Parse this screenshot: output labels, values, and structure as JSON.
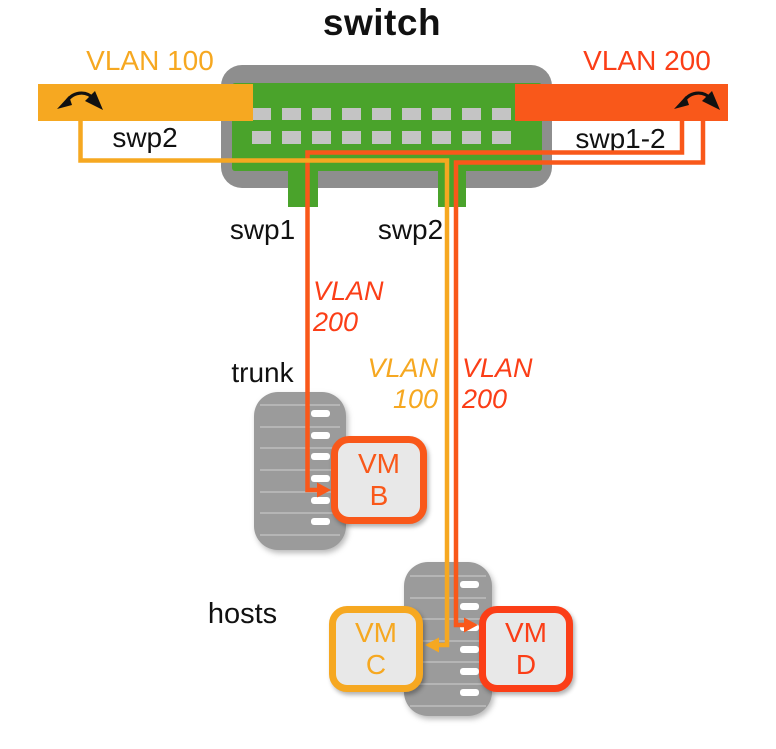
{
  "title": "switch",
  "colors": {
    "yellow": "#F6A821",
    "orange": "#F9581A",
    "orange_red": "#FB3E17",
    "green": "#4AA32B",
    "switch_gray": "#8E8E8E",
    "port_gray": "#C4C4C4",
    "server_gray": "#9B9B9B",
    "server_stripe": "#B5B5B5",
    "vm_fill": "#E8E8E8",
    "ink": "#111111"
  },
  "vlan_bars": {
    "left": {
      "vlan_label": "VLAN 100",
      "ports_label": "swp2"
    },
    "right": {
      "vlan_label": "VLAN 200",
      "ports_label": "swp1-2"
    }
  },
  "switch": {
    "rows": 2,
    "ports_per_row": 9,
    "downlink_ports": {
      "swp1": "swp1",
      "swp2": "swp2"
    }
  },
  "wire_labels": {
    "swp1_vlan200": {
      "lines": [
        "VLAN",
        "200"
      ]
    },
    "swp2_vlan100": {
      "lines": [
        "VLAN",
        "100"
      ]
    },
    "swp2_vlan200": {
      "lines": [
        "VLAN",
        "200"
      ]
    }
  },
  "servers": {
    "trunk_label": "trunk",
    "hosts_label": "hosts"
  },
  "vms": {
    "b": {
      "lines": [
        "VM",
        "B"
      ]
    },
    "c": {
      "lines": [
        "VM",
        "C"
      ]
    },
    "d": {
      "lines": [
        "VM",
        "D"
      ]
    }
  }
}
